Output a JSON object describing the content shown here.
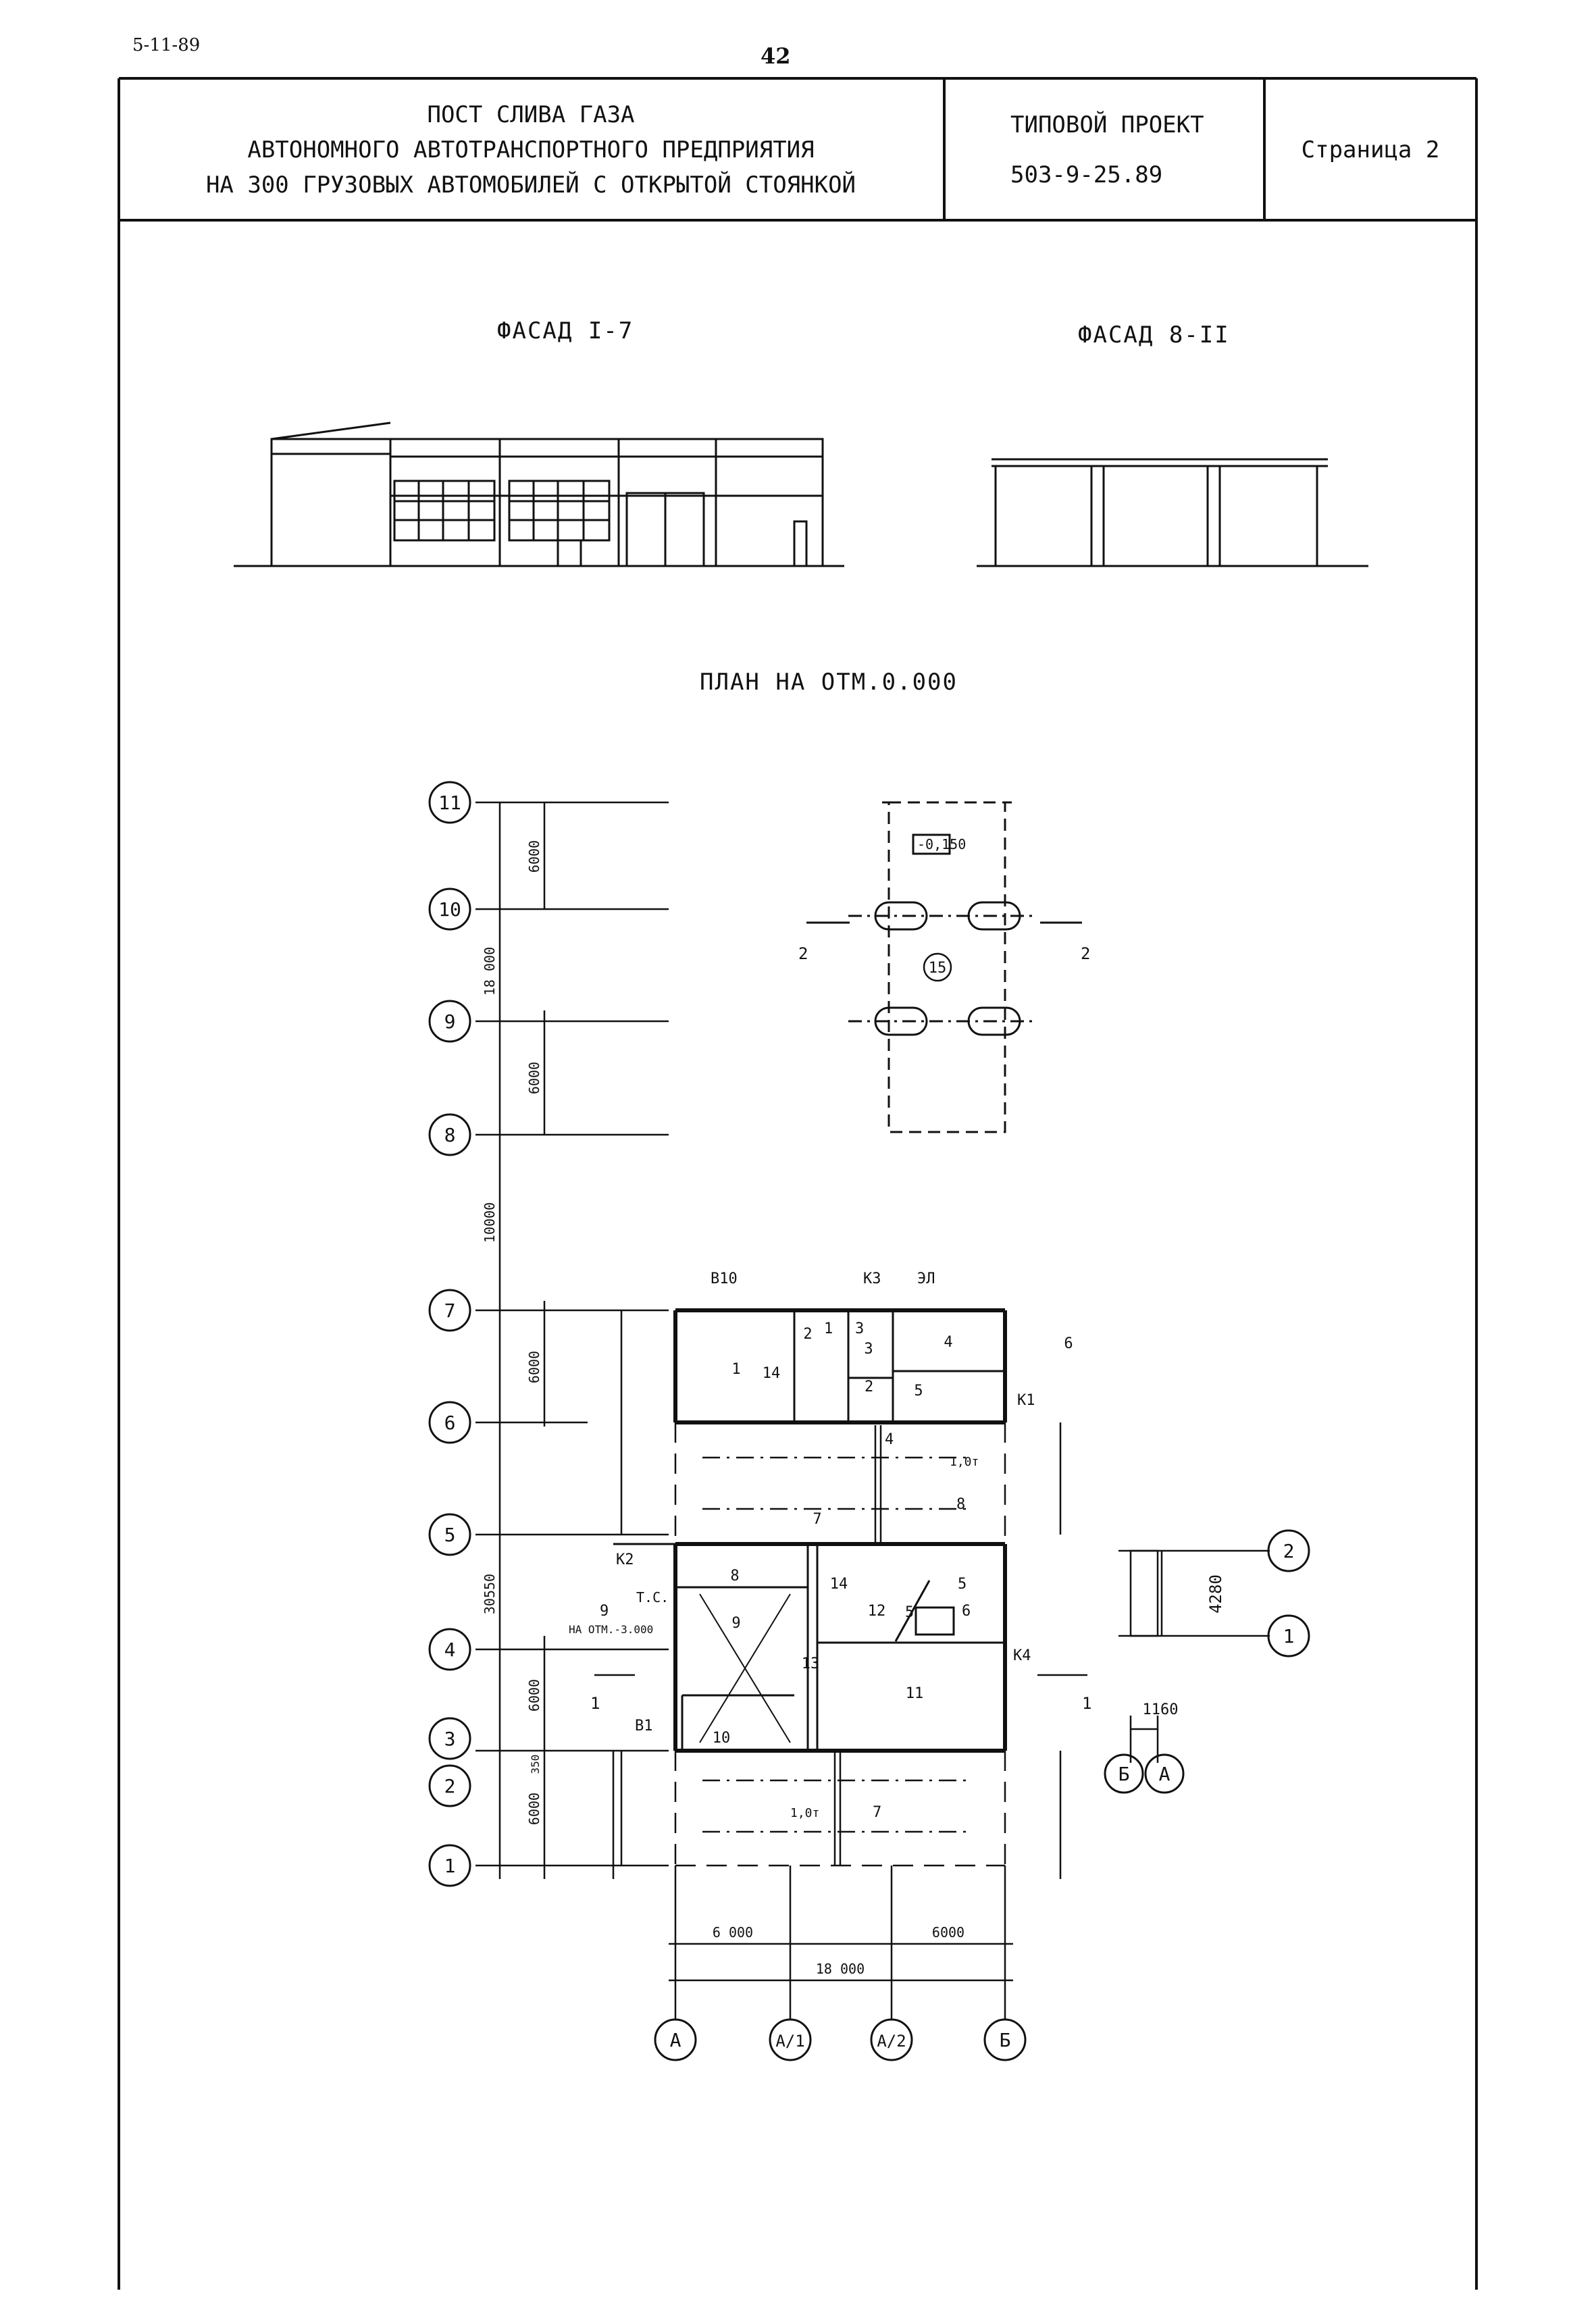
{
  "header": {
    "sheet_code": "5-11-89",
    "page_number": "42"
  },
  "title_block": {
    "title_lines": [
      "ПОСТ СЛИВА ГАЗА",
      "АВТОНОМНОГО АВТОТРАНСПОРТНОГО ПРЕДПРИЯТИЯ",
      "НА 300 ГРУЗОВЫХ АВТОМОБИЛЕЙ С ОТКРЫТОЙ СТОЯНКОЙ"
    ],
    "project_label": "ТИПОВОЙ ПРОЕКТ",
    "project_code": "503-9-25.89",
    "page_label": "Страница 2"
  },
  "views": {
    "facade_1_7": "ФАСАД I-7",
    "facade_8_11": "ФАСАД 8-II",
    "plan_title": "ПЛАН НА ОТМ.0.000"
  },
  "plan": {
    "row_axes": [
      "11",
      "10",
      "9",
      "8",
      "7",
      "6",
      "5",
      "4",
      "3",
      "2",
      "1"
    ],
    "column_axes": [
      "А",
      "А/1",
      "А/2",
      "Б"
    ],
    "side_axes_rows": [
      "2",
      "1"
    ],
    "side_axes_cols": [
      "Б",
      "А"
    ],
    "dimensions": {
      "d_18000_vertical": "18 000",
      "d_6000_top_a": "6000",
      "d_6000_top_b": "6000",
      "d_10000": "10000",
      "d_6000_mid": "6000",
      "d_30550": "30550",
      "d_6000_low": "6000",
      "d_350": "350",
      "d_6000_bottom": "6000",
      "d_6000_h_left": "6 000",
      "d_6000_h_right": "6000",
      "d_18000_h": "18 000",
      "d_4280": "4280",
      "d_1160": "1160"
    },
    "elevation_mark": "-0,150",
    "section_marks": [
      "2",
      "2",
      "1",
      "1"
    ],
    "room_numbers": [
      "1",
      "2",
      "3",
      "4",
      "5",
      "6",
      "7",
      "8",
      "9",
      "10",
      "11",
      "12",
      "13",
      "14",
      "14",
      "15"
    ],
    "inline_labels": {
      "b10": "В10",
      "k3": "К3",
      "el": "ЭЛ",
      "k1": "К1",
      "k2": "К2",
      "k4": "К4",
      "b1": "В1",
      "ts": "Т.С.",
      "na_otm": "НА ОТМ.-3.000",
      "crane_top": "1,0т",
      "crane_bottom": "1,0т",
      "n4": "4",
      "n8": "8",
      "n7": "7",
      "n5a": "5",
      "n5b": "5",
      "n6": "6",
      "n1": "1",
      "n2": "2",
      "n3": "3",
      "n9": "9"
    }
  }
}
